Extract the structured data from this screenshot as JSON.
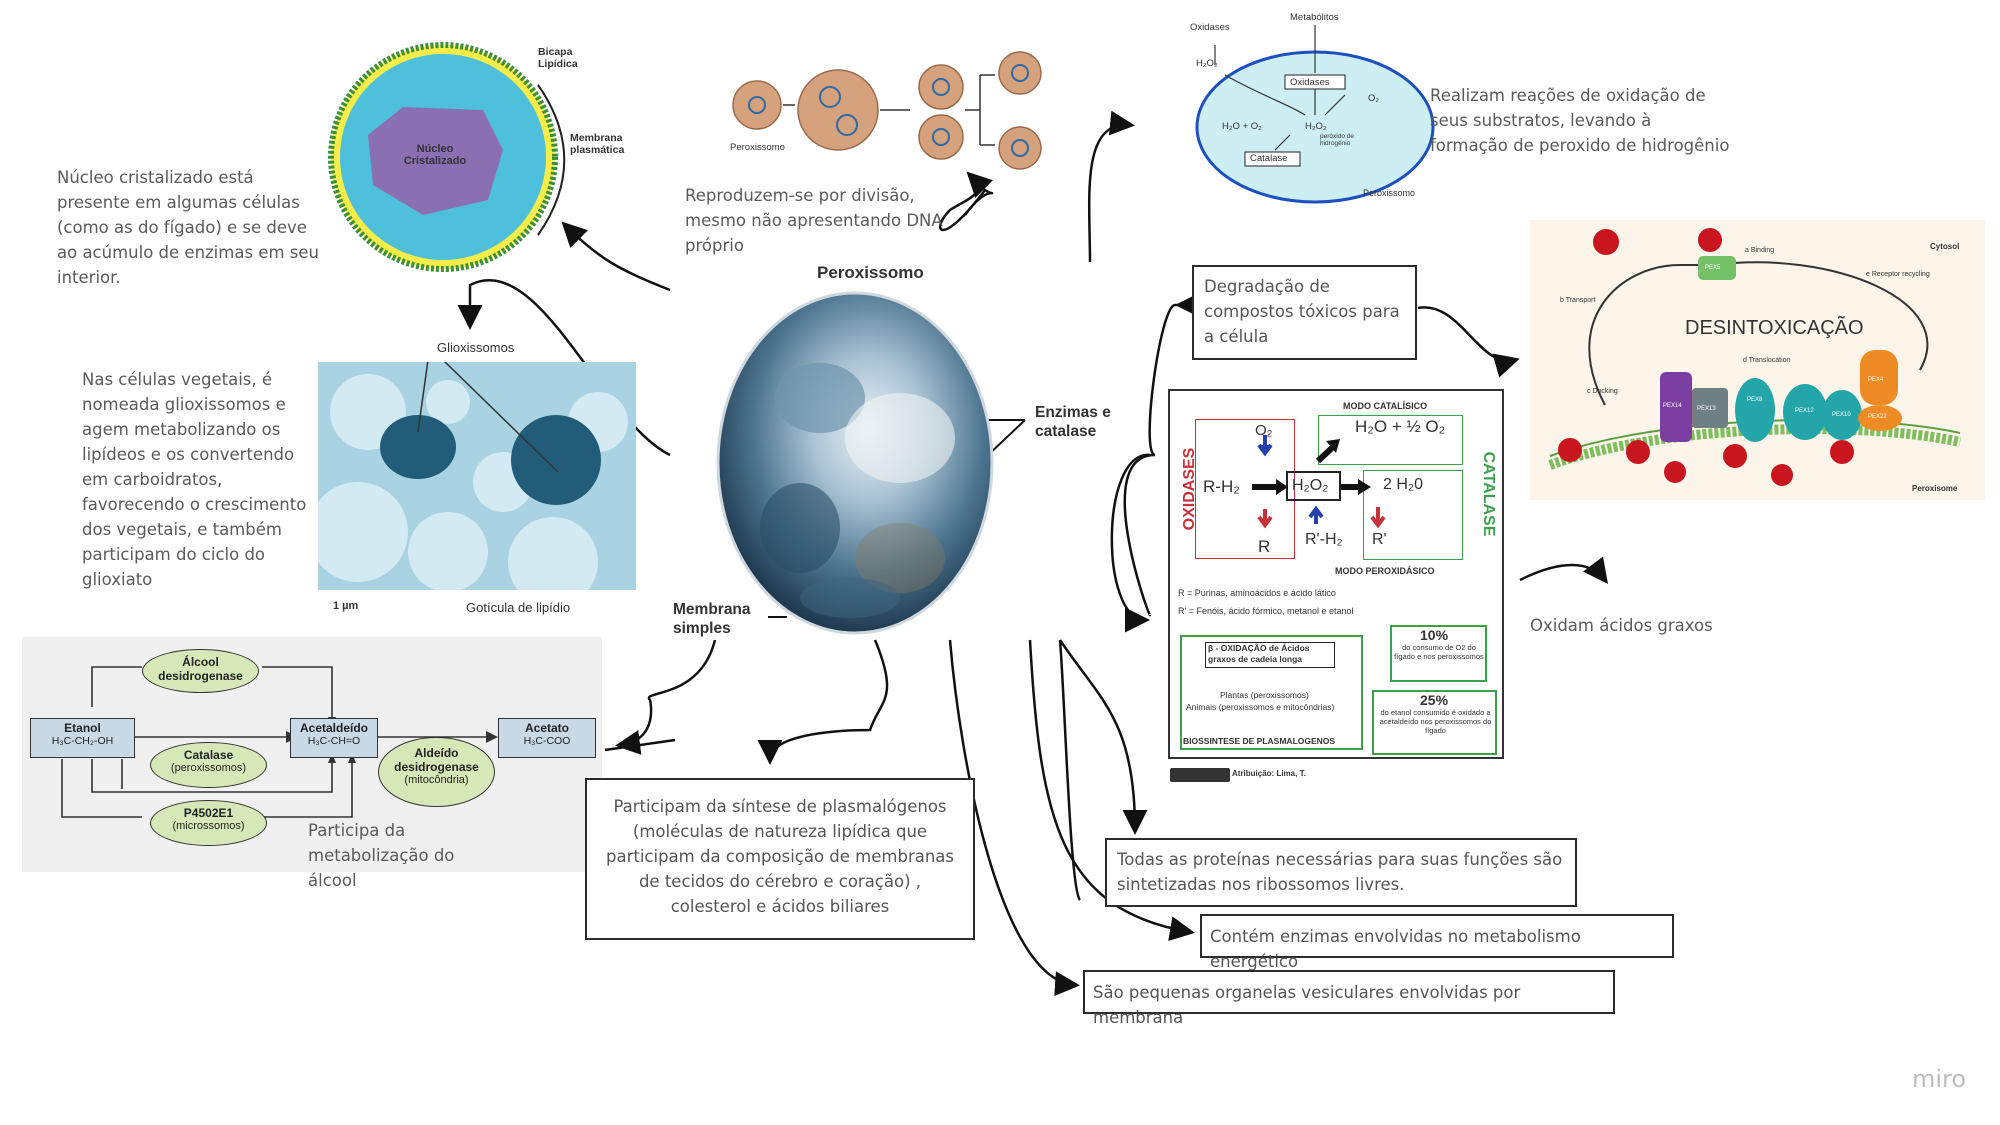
{
  "center": {
    "title": "Peroxissomo",
    "label_enzimas": "Enzimas e catalase",
    "label_membrana": "Membrana simples"
  },
  "notes": {
    "nucleo": "Núcleo cristalizado está presente em algumas células (como as do fígado)  e se deve ao acúmulo de enzimas em seu interior.",
    "reproduzem": "Reproduzem-se por divisão, mesmo não apresentando DNA próprio",
    "oxidacao": "Realizam reações de oxidação de seus substratos, levando à formação de peroxido de hidrogênio",
    "glioxissomos": "Nas células vegetais, é nomeada glioxissomos e agem metabolizando os lipídeos e os convertendo em carboidratos, favorecendo o crescimento dos vegetais, e também participam do ciclo do glioxiato",
    "degradacao": "Degradação de compostos tóxicos  para a célula",
    "acidos_graxos": "Oxidam ácidos graxos",
    "alcool": "Participa da metabolização do álcool",
    "plasmalogenos": "Participam da síntese de plasmalógenos (moléculas de natureza lipídica que participam da composição de membranas de tecidos do cérebro e coração) , colesterol e ácidos biliares",
    "proteinas": "Todas as proteínas necessárias para suas funções são sintetizadas nos ribossomos livres.",
    "enzimas_energetico": "Contém enzimas envolvidas no metabolismo energético",
    "organelas": "São pequenas organelas vesiculares envolvidas por membrana"
  },
  "nucleus_fig": {
    "nucleo": "Núcleo Cristalizado",
    "bicapa": "Bicapa Lipídica",
    "membrana": "Membrana plasmática"
  },
  "division_fig": {
    "label": "Peroxissomo"
  },
  "oxidase_fig": {
    "oxidases_top": "Oxidases",
    "metabolitos": "Metabólitos",
    "h2o2_left": "H₂O₂",
    "oxidases_box": "Oxidases",
    "o2": "O₂",
    "h2o_o2": "H₂O + O₂",
    "h2o2_mid": "H₂O₂",
    "perox_hidrogenio": "peróxido de hidrogênio",
    "catalase": "Catalase",
    "peroxissomo": "Peroxissomo"
  },
  "micrograph": {
    "glioxissomos": "Glioxissomos",
    "scale": "1 µm",
    "goticula": "Gotícula de lipídio"
  },
  "detox_fig": {
    "title": "DESINTOXICAÇÃO",
    "cytosol": "Cytosol",
    "peroxisome": "Peroxisome",
    "binding": "a Binding",
    "transport": "b Transport",
    "docking": "c Docking",
    "translocation": "d Translocation",
    "recycling": "e Receptor recycling",
    "pex5": "PEX5",
    "pex14": "PEX14",
    "pex13": "PEX13",
    "pex8": "PEX8",
    "pex12": "PEX12",
    "pex10": "PEX10",
    "pex4": "PEX4",
    "pex22": "PEX22"
  },
  "modo_fig": {
    "modo_catalitico": "MODO CATALÍSICO",
    "h2o_half_o2": "H₂O + ½ O₂",
    "o2": "O₂",
    "rh2": "R-H₂",
    "h2o2": "H₂O₂",
    "two_h2o": "2 H₂0",
    "r": "R",
    "r_prime_h2": "R'-H₂",
    "r_prime": "R'",
    "oxidases": "OXIDASES",
    "catalase": "CATALASE",
    "modo_peroxidasico": "MODO PEROXIDÁSICO",
    "legend_r": "R = Purinas, aminoácidos e ácido lático",
    "legend_rprime": "R' = Fenóis, ácido fórmico, metanol e etanol",
    "beta_ox": "β - OXIDAÇÃO de Ácidos graxos de cadeia longa",
    "plantas": "Plantas (peroxissomos)",
    "animais": "Animais (peroxissomos e mitocôndrias)",
    "biossintese": "BIOSSINTESE DE PLASMALOGENOS",
    "pct10": "10%",
    "pct10_desc": "do consumo de O2 do fígado e nos peroxissomos",
    "pct25": "25%",
    "pct25_desc": "do etanol consumido é oxidado a acetaldeído nos peroxissomos do fígado",
    "attribution": "Atribuição: Lima, T."
  },
  "alcohol_fig": {
    "alcool_desidrogenase": "Álcool desidrogenase",
    "etanol": "Etanol",
    "etanol_formula": "H₃C-CH₂-OH",
    "catalase": "Catalase",
    "catalase_sub": "(peroxissomos)",
    "acetaldeido": "Acetaldeído",
    "acetaldeido_formula": "H₃C-CH=O",
    "aldeido_desidrogenase": "Aldeído desidrogenase",
    "aldeido_sub": "(mitocôndria)",
    "acetato": "Acetato",
    "acetato_formula": "H₃C-COO",
    "p450": "P4502E1",
    "p450_sub": "(microssomos)"
  },
  "watermark": "miro"
}
